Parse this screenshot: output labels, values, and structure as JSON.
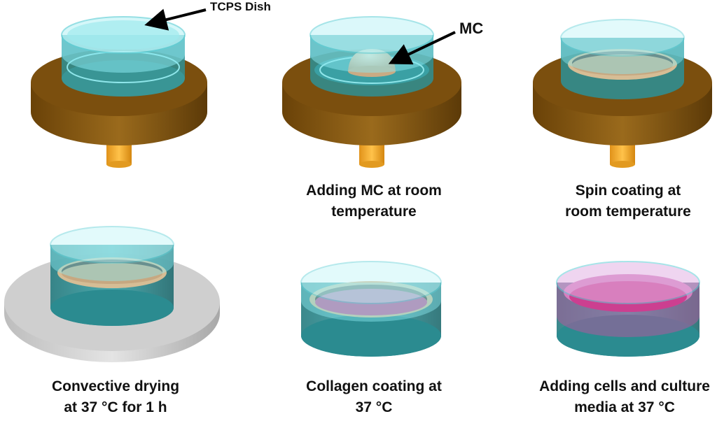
{
  "labels": {
    "dish": "TCPS Dish",
    "mc": "MC"
  },
  "steps": [
    {
      "caption": ""
    },
    {
      "caption": "Adding MC at room\ntemperature"
    },
    {
      "caption": "Spin coating at\nroom temperature"
    },
    {
      "caption": "Convective drying\nat 37 °C for 1 h"
    },
    {
      "caption": "Collagen coating at\n37 °C"
    },
    {
      "caption": "Adding cells and culture\nmedia at 37 °C"
    }
  ],
  "colors": {
    "spinner_wood": "#8a5a12",
    "spinner_shaft": "#f2a826",
    "hotplate_gray": "#c8c8c8",
    "dish_cyan": "#7fe6ee",
    "dish_teal": "#2f8f93",
    "mc_beige": "#d8bf9a",
    "collagen_pink": "#cc5c9a"
  }
}
